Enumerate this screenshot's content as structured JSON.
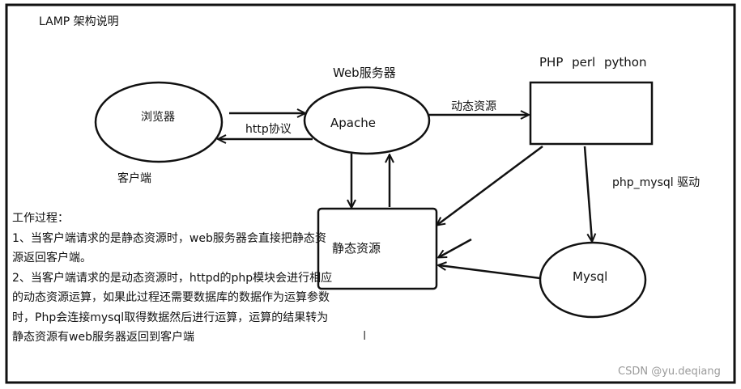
{
  "title": "LAMP 架构说明",
  "nodes": {
    "browser": "浏览器",
    "client_label": "客户端",
    "webserver_label": "Web服务器",
    "apache": "Apache",
    "languages": "PHP  perl  python",
    "static_resource": "静态资源",
    "mysql": "Mysql"
  },
  "edges": {
    "http_protocol": "http协议",
    "dynamic_resource": "动态资源",
    "php_mysql_driver": "php_mysql 驱动"
  },
  "process": {
    "heading": "工作过程：",
    "step1": "1、当客户端请求的是静态资源时，web服务器会直接把静态资源返回客户端。",
    "step2": "2、当客户端请求的是动态资源时，httpd的php模块会进行相应的动态资源运算，如果此过程还需要数据库的数据作为运算参数时，Php会连接mysql取得数据然后进行运算，运算的结果转为静态资源有web服务器返回到客户端"
  },
  "cursor_glyph": "I",
  "watermark": "CSDN @yu.deqiang"
}
